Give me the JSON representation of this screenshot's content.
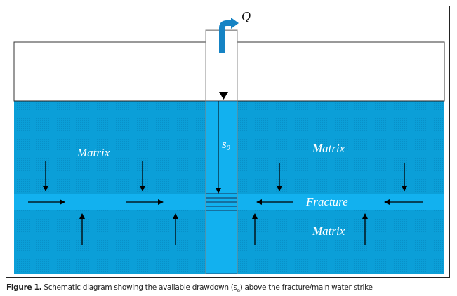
{
  "diagram": {
    "discharge_label": "Q",
    "drawdown_label": "s",
    "drawdown_subscript": "0",
    "matrix_label": "Matrix",
    "fracture_label": "Fracture",
    "colors": {
      "matrix": "#0b9fd8",
      "fracture": "#12b1ef",
      "well_water": "#12b1ef",
      "pipe": "#1583c4"
    }
  },
  "caption": {
    "label": "Figure 1.",
    "text": " Schematic diagram showing the available drawdown (s",
    "subscript": "a",
    "text_end": ") above the fracture/main water strike"
  }
}
